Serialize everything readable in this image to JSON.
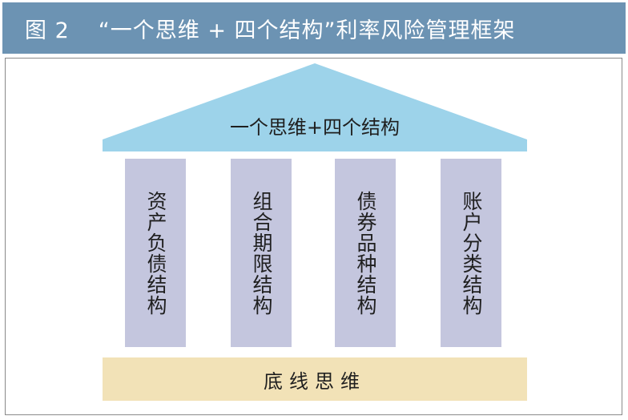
{
  "header": {
    "figure_label": "图 2",
    "title": "“一个思维 + 四个结构”利率风险管理框架"
  },
  "roof": {
    "label": "一个思维+四个结构"
  },
  "pillars": [
    {
      "label": "资产负债结构"
    },
    {
      "label": "组合期限结构"
    },
    {
      "label": "债券品种结构"
    },
    {
      "label": "账户分类结构"
    }
  ],
  "base": {
    "label": "底线思维"
  },
  "colors": {
    "header_bg": "#6c93b3",
    "roof": "#9dd3ea",
    "pillar": "#c4c6de",
    "base": "#f2e2b7"
  }
}
